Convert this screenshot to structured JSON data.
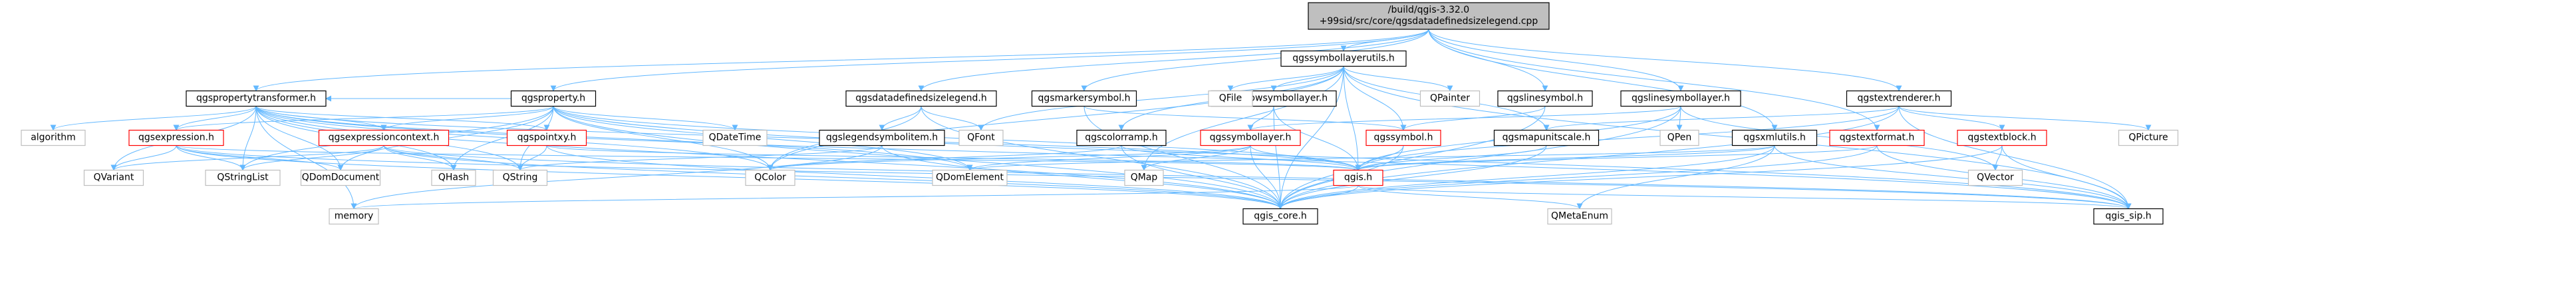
{
  "graph": {
    "nodes": [
      {
        "id": "root",
        "lines": [
          "/build/qgis-3.32.0",
          "+99sid/src/core/qgsdatadefinedsizelegend.cpp"
        ],
        "style": "root"
      },
      {
        "id": "qgspropertytransformer",
        "lines": [
          "qgspropertytransformer.h"
        ],
        "style": "normal"
      },
      {
        "id": "qgsproperty",
        "lines": [
          "qgsproperty.h"
        ],
        "style": "normal"
      },
      {
        "id": "qgsdatadefinedsizelegend_h",
        "lines": [
          "qgsdatadefinedsizelegend.h"
        ],
        "style": "normal"
      },
      {
        "id": "qgssymbollayerutils",
        "lines": [
          "qgssymbollayerutils.h"
        ],
        "style": "normal"
      },
      {
        "id": "qgsmarkersymbol",
        "lines": [
          "qgsmarkersymbol.h"
        ],
        "style": "normal"
      },
      {
        "id": "qgsarrowsymbollayer",
        "lines": [
          "qgsarrowsymbollayer.h"
        ],
        "style": "normal"
      },
      {
        "id": "qgslinesymbol",
        "lines": [
          "qgslinesymbol.h"
        ],
        "style": "normal"
      },
      {
        "id": "qgslinesymbollayer",
        "lines": [
          "qgslinesymbollayer.h"
        ],
        "style": "normal"
      },
      {
        "id": "qgstextrenderer",
        "lines": [
          "qgstextrenderer.h"
        ],
        "style": "normal"
      },
      {
        "id": "algorithm",
        "lines": [
          "algorithm"
        ],
        "style": "gray"
      },
      {
        "id": "qgsexpression",
        "lines": [
          "qgsexpression.h"
        ],
        "style": "red"
      },
      {
        "id": "qgsexpressioncontext",
        "lines": [
          "qgsexpressioncontext.h"
        ],
        "style": "red"
      },
      {
        "id": "qgspointxy",
        "lines": [
          "qgspointxy.h"
        ],
        "style": "red"
      },
      {
        "id": "qdatetime",
        "lines": [
          "QDateTime"
        ],
        "style": "gray"
      },
      {
        "id": "qgslegendsymbolitem",
        "lines": [
          "qgslegendsymbolitem.h"
        ],
        "style": "normal"
      },
      {
        "id": "qfont",
        "lines": [
          "QFont"
        ],
        "style": "gray"
      },
      {
        "id": "qfile",
        "lines": [
          "QFile"
        ],
        "style": "gray"
      },
      {
        "id": "qpainter",
        "lines": [
          "QPainter"
        ],
        "style": "gray"
      },
      {
        "id": "qgscolorramp",
        "lines": [
          "qgscolorramp.h"
        ],
        "style": "normal"
      },
      {
        "id": "qgssymbollayer",
        "lines": [
          "qgssymbollayer.h"
        ],
        "style": "red"
      },
      {
        "id": "qgssymbol",
        "lines": [
          "qgssymbol.h"
        ],
        "style": "red"
      },
      {
        "id": "qgsmapunitscale",
        "lines": [
          "qgsmapunitscale.h"
        ],
        "style": "normal"
      },
      {
        "id": "qpen",
        "lines": [
          "QPen"
        ],
        "style": "gray"
      },
      {
        "id": "qgsxmlutils",
        "lines": [
          "qgsxmlutils.h"
        ],
        "style": "normal"
      },
      {
        "id": "qgstextformat",
        "lines": [
          "qgstextformat.h"
        ],
        "style": "red"
      },
      {
        "id": "qgstextblock",
        "lines": [
          "qgstextblock.h"
        ],
        "style": "red"
      },
      {
        "id": "qpicture",
        "lines": [
          "QPicture"
        ],
        "style": "gray"
      },
      {
        "id": "qvariant",
        "lines": [
          "QVariant"
        ],
        "style": "gray"
      },
      {
        "id": "qstringlist",
        "lines": [
          "QStringList"
        ],
        "style": "gray"
      },
      {
        "id": "qdomdocument",
        "lines": [
          "QDomDocument"
        ],
        "style": "gray"
      },
      {
        "id": "qhash",
        "lines": [
          "QHash"
        ],
        "style": "gray"
      },
      {
        "id": "qstring",
        "lines": [
          "QString"
        ],
        "style": "gray"
      },
      {
        "id": "qcolor",
        "lines": [
          "QColor"
        ],
        "style": "gray"
      },
      {
        "id": "qdomelement",
        "lines": [
          "QDomElement"
        ],
        "style": "gray"
      },
      {
        "id": "qmap",
        "lines": [
          "QMap"
        ],
        "style": "gray"
      },
      {
        "id": "qgis_h",
        "lines": [
          "qgis.h"
        ],
        "style": "red"
      },
      {
        "id": "qvector",
        "lines": [
          "QVector"
        ],
        "style": "gray"
      },
      {
        "id": "memory",
        "lines": [
          "memory"
        ],
        "style": "gray"
      },
      {
        "id": "qgis_core",
        "lines": [
          "qgis_core.h"
        ],
        "style": "normal"
      },
      {
        "id": "qmetaenum",
        "lines": [
          "QMetaEnum"
        ],
        "style": "gray"
      },
      {
        "id": "qgis_sip",
        "lines": [
          "qgis_sip.h"
        ],
        "style": "normal"
      }
    ],
    "edges": [
      [
        "root",
        "qgspropertytransformer"
      ],
      [
        "root",
        "qgsproperty"
      ],
      [
        "root",
        "qgsdatadefinedsizelegend_h"
      ],
      [
        "root",
        "qgssymbollayerutils"
      ],
      [
        "root",
        "qgsmarkersymbol"
      ],
      [
        "root",
        "qgslinesymbol"
      ],
      [
        "root",
        "qgslinesymbollayer"
      ],
      [
        "root",
        "qgstextrenderer"
      ],
      [
        "root",
        "qgsxmlutils"
      ],
      [
        "root",
        "qgstextformat"
      ],
      [
        "qgspropertytransformer",
        "algorithm"
      ],
      [
        "qgspropertytransformer",
        "qgsexpression"
      ],
      [
        "qgspropertytransformer",
        "qgsexpressioncontext"
      ],
      [
        "qgspropertytransformer",
        "qgspointxy"
      ],
      [
        "qgspropertytransformer",
        "qvariant"
      ],
      [
        "qgspropertytransformer",
        "qstringlist"
      ],
      [
        "qgspropertytransformer",
        "qdomdocument"
      ],
      [
        "qgspropertytransformer",
        "qhash"
      ],
      [
        "qgspropertytransformer",
        "qstring"
      ],
      [
        "qgspropertytransformer",
        "qcolor"
      ],
      [
        "qgspropertytransformer",
        "qdomelement"
      ],
      [
        "qgspropertytransformer",
        "qgis_h"
      ],
      [
        "qgspropertytransformer",
        "memory"
      ],
      [
        "qgspropertytransformer",
        "qgis_core"
      ],
      [
        "qgspropertytransformer",
        "qgis_sip"
      ],
      [
        "qgsproperty",
        "qgspropertytransformer"
      ],
      [
        "qgsproperty",
        "qgsexpression"
      ],
      [
        "qgsproperty",
        "qgsexpressioncontext"
      ],
      [
        "qgsproperty",
        "qdatetime"
      ],
      [
        "qgsproperty",
        "qstringlist"
      ],
      [
        "qgsproperty",
        "qdomdocument"
      ],
      [
        "qgsproperty",
        "qhash"
      ],
      [
        "qgsproperty",
        "qstring"
      ],
      [
        "qgsproperty",
        "qcolor"
      ],
      [
        "qgsproperty",
        "qdomelement"
      ],
      [
        "qgsproperty",
        "qgis_h"
      ],
      [
        "qgsproperty",
        "qgis_core"
      ],
      [
        "qgsproperty",
        "qgis_sip"
      ],
      [
        "qgsdatadefinedsizelegend_h",
        "qgslegendsymbolitem"
      ],
      [
        "qgsdatadefinedsizelegend_h",
        "qfont"
      ],
      [
        "qgsdatadefinedsizelegend_h",
        "qcolor"
      ],
      [
        "qgsdatadefinedsizelegend_h",
        "qgis_core"
      ],
      [
        "qgssymbollayerutils",
        "qfont"
      ],
      [
        "qgssymbollayerutils",
        "qfile"
      ],
      [
        "qgssymbollayerutils",
        "qpainter"
      ],
      [
        "qgssymbollayerutils",
        "qgscolorramp"
      ],
      [
        "qgssymbollayerutils",
        "qgsarrowsymbollayer"
      ],
      [
        "qgssymbollayerutils",
        "qgssymbol"
      ],
      [
        "qgssymbollayerutils",
        "qgsmapunitscale"
      ],
      [
        "qgssymbollayerutils",
        "qcolor"
      ],
      [
        "qgssymbollayerutils",
        "qmap"
      ],
      [
        "qgssymbollayerutils",
        "qgis_h"
      ],
      [
        "qgssymbollayerutils",
        "qgis_core"
      ],
      [
        "qgssymbollayerutils",
        "qgis_sip"
      ],
      [
        "qgsmarkersymbol",
        "qgssymbol"
      ],
      [
        "qgsmarkersymbol",
        "qgis_core"
      ],
      [
        "qgsarrowsymbollayer",
        "qgssymbollayer"
      ],
      [
        "qgsarrowsymbollayer",
        "qgis_h"
      ],
      [
        "qgsarrowsymbollayer",
        "qgis_core"
      ],
      [
        "qgslinesymbol",
        "qgssymbol"
      ],
      [
        "qgslinesymbol",
        "qgis_core"
      ],
      [
        "qgslinesymbollayer",
        "qgssymbollayer"
      ],
      [
        "qgslinesymbollayer",
        "qpen"
      ],
      [
        "qgslinesymbollayer",
        "qvector"
      ],
      [
        "qgslinesymbollayer",
        "qgis_h"
      ],
      [
        "qgslinesymbollayer",
        "qgis_core"
      ],
      [
        "qgstextrenderer",
        "qgsmapunitscale"
      ],
      [
        "qgstextrenderer",
        "qgstextblock"
      ],
      [
        "qgstextrenderer",
        "qpicture"
      ],
      [
        "qgstextrenderer",
        "qgis_h"
      ],
      [
        "qgstextrenderer",
        "qgis_core"
      ],
      [
        "qgstextrenderer",
        "qgis_sip"
      ],
      [
        "qgsexpression",
        "qvariant"
      ],
      [
        "qgsexpression",
        "qstringlist"
      ],
      [
        "qgsexpression",
        "qdomdocument"
      ],
      [
        "qgsexpression",
        "qgis_h"
      ],
      [
        "qgsexpression",
        "qgis_core"
      ],
      [
        "qgsexpression",
        "qgis_sip"
      ],
      [
        "qgsexpressioncontext",
        "qvariant"
      ],
      [
        "qgsexpressioncontext",
        "qstringlist"
      ],
      [
        "qgsexpressioncontext",
        "qhash"
      ],
      [
        "qgsexpressioncontext",
        "qstring"
      ],
      [
        "qgsexpressioncontext",
        "qgis_core"
      ],
      [
        "qgsexpressioncontext",
        "qgis_sip"
      ],
      [
        "qgspointxy",
        "qstring"
      ],
      [
        "qgspointxy",
        "qgis_h"
      ],
      [
        "qgspointxy",
        "qgis_core"
      ],
      [
        "qgslegendsymbolitem",
        "qstring"
      ],
      [
        "qgslegendsymbolitem",
        "memory"
      ],
      [
        "qgslegendsymbolitem",
        "qgis_core"
      ],
      [
        "qgscolorramp",
        "qcolor"
      ],
      [
        "qgscolorramp",
        "qgis_h"
      ],
      [
        "qgscolorramp",
        "qgis_core"
      ],
      [
        "qgssymbollayer",
        "qcolor"
      ],
      [
        "qgssymbollayer",
        "qmap"
      ],
      [
        "qgssymbollayer",
        "qdomelement"
      ],
      [
        "qgssymbollayer",
        "qgis_h"
      ],
      [
        "qgssymbollayer",
        "qgis_core"
      ],
      [
        "qgssymbol",
        "qgis_h"
      ],
      [
        "qgssymbol",
        "qgis_core"
      ],
      [
        "qgsmapunitscale",
        "qgis_h"
      ],
      [
        "qgsmapunitscale",
        "qgis_core"
      ],
      [
        "qgsxmlutils",
        "qgis_h"
      ],
      [
        "qgsxmlutils",
        "qdomelement"
      ],
      [
        "qgsxmlutils",
        "qmetaenum"
      ],
      [
        "qgsxmlutils",
        "qgis_core"
      ],
      [
        "qgsxmlutils",
        "qgis_sip"
      ],
      [
        "qgstextformat",
        "qgis_h"
      ],
      [
        "qgstextformat",
        "qgis_core"
      ],
      [
        "qgstextformat",
        "qgis_sip"
      ],
      [
        "qgstextblock",
        "qvector"
      ],
      [
        "qgstextblock",
        "qgis_core"
      ],
      [
        "qgstextblock",
        "qgis_sip"
      ],
      [
        "qgis_h",
        "memory"
      ],
      [
        "qgis_h",
        "qgis_core"
      ],
      [
        "qgis_h",
        "qmetaenum"
      ],
      [
        "qgis_h",
        "qgis_sip"
      ]
    ]
  }
}
